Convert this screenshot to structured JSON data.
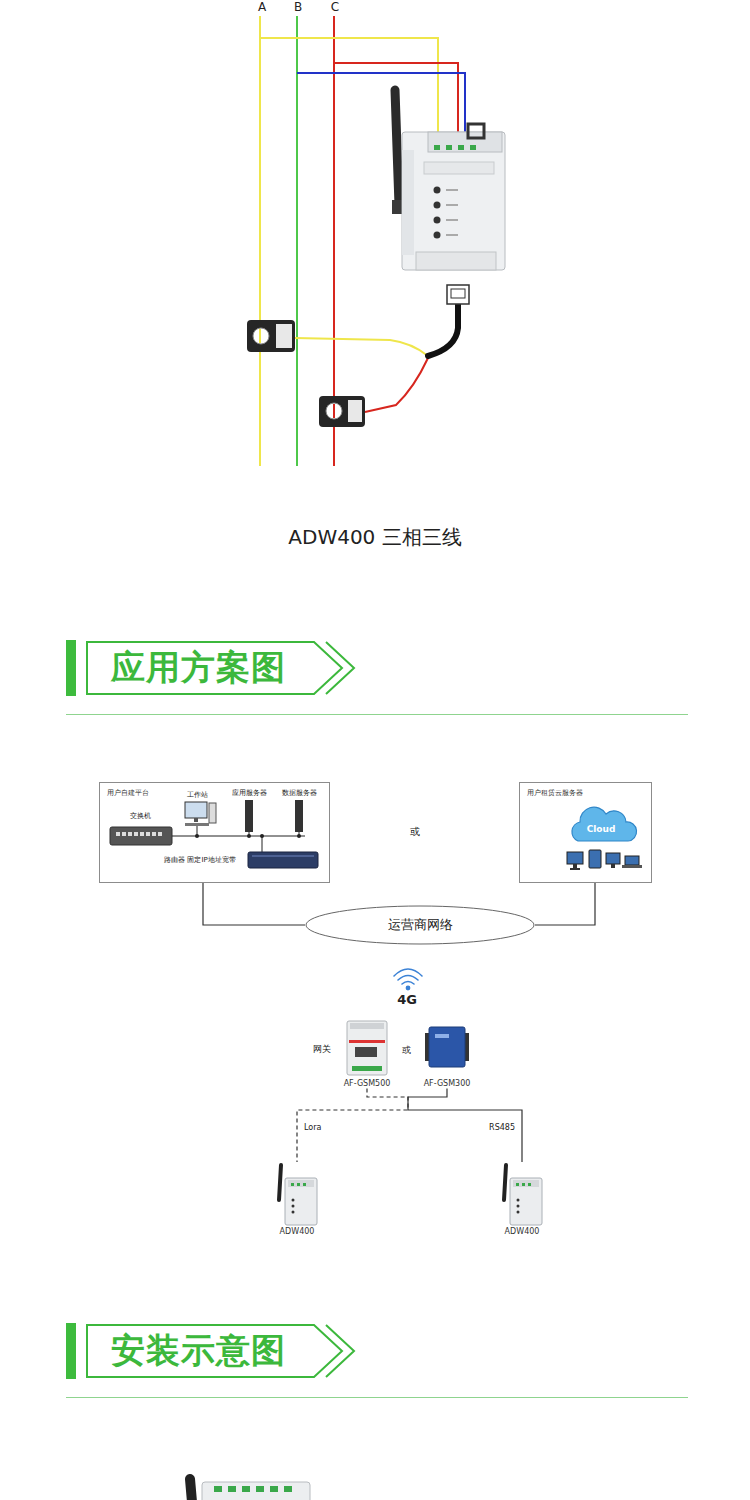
{
  "diagram": {
    "caption": "ADW400 三相三线",
    "nodes": [
      {
        "text": [
          "应用方案图"
        ]
      },
      {
        "text": [
          "用户自建平台"
        ]
      },
      {
        "text": [
          "用户租赁云服务器"
        ]
      },
      {
        "text": [
          "Cloud"
        ],
        "in": 2
      },
      {
        "text": [
          "运营商网络"
        ]
      },
      {
        "text": [
          "AF-GSM500"
        ]
      },
      {
        "text": [
          "AF-GSM300"
        ]
      },
      {
        "text": [
          "ADW400"
        ]
      },
      {
        "text": [
          "ADW400"
        ]
      },
      {
        "text": [
          "安装示意图"
        ]
      }
    ],
    "edges": [
      {
        "from": 1,
        "to": 4,
        "arrow": "none"
      },
      {
        "from": 2,
        "to": 4,
        "arrow": "none"
      },
      {
        "from": 5,
        "to": 7,
        "label": "Lora",
        "arrow": "none"
      },
      {
        "from": 6,
        "to": 8,
        "label": "RS485",
        "arrow": "none"
      }
    ],
    "labels": [
      "A",
      "B",
      "C",
      "交换机",
      "工作站",
      "应用服务器",
      "数据服务器",
      "路由器 固定IP地址宽带",
      "或",
      "4G",
      "网关",
      "或"
    ]
  }
}
